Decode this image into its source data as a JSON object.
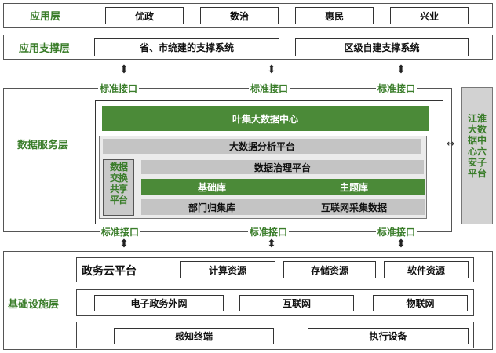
{
  "application_layer": {
    "label": "应用层",
    "items": [
      "优政",
      "数治",
      "惠民",
      "兴业"
    ]
  },
  "support_layer": {
    "label": "应用支撑层",
    "items": [
      "省、市统建的支撑系统",
      "区级自建支撑系统"
    ]
  },
  "interface_label": "标准接口",
  "data_service_layer": {
    "label": "数据服务层",
    "center": "叶集大数据中心",
    "analysis_platform": "大数据分析平台",
    "exchange_platform": "数据交换共享平台",
    "governance_platform": "数据治理平台",
    "basic_db": "基础库",
    "topic_db": "主题库",
    "dept_db": "部门归集库",
    "internet_data": "互联网采集数据",
    "side_platform": "江淮大数据中心六安子平台"
  },
  "infrastructure_layer": {
    "label": "基础设施层",
    "cloud_platform": "政务云平台",
    "resources": [
      "计算资源",
      "存储资源",
      "软件资源"
    ],
    "networks": [
      "电子政务外网",
      "互联网",
      "物联网"
    ],
    "devices": [
      "感知终端",
      "执行设备"
    ]
  },
  "colors": {
    "accent_green": "#4b8a38",
    "layer_label_green": "#3a7d2a",
    "gray_block": "#c4c4c4"
  }
}
